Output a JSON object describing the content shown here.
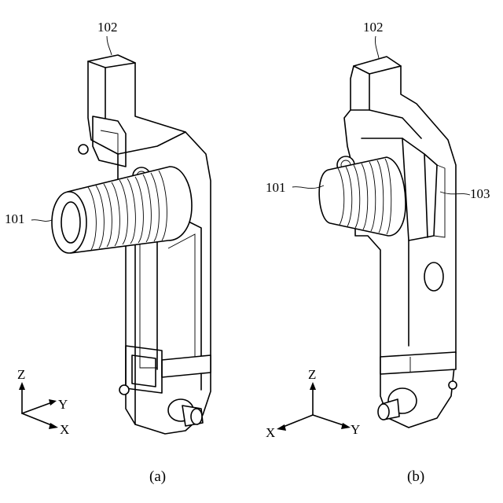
{
  "figure_a": {
    "caption": "(a)",
    "labels": {
      "top": "102",
      "coil": "101"
    },
    "axes": {
      "z": "Z",
      "y": "Y",
      "x": "X"
    }
  },
  "figure_b": {
    "caption": "(b)",
    "labels": {
      "top": "102",
      "coil": "101",
      "side": "103"
    },
    "axes": {
      "z": "Z",
      "y": "Y",
      "x": "X"
    }
  }
}
